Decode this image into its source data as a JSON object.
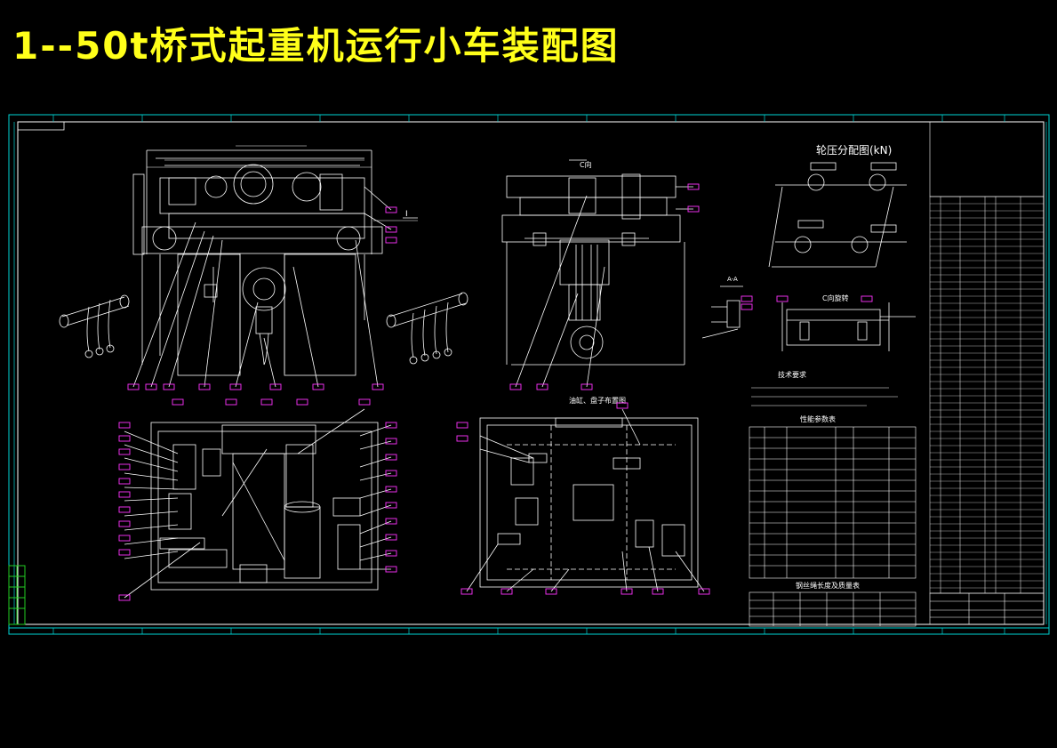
{
  "title": "1--50t桥式起重机运行小车装配图",
  "colors": {
    "background": "#000000",
    "title": "#ffff1a",
    "lines": "#ffffff",
    "callouts": "#ff33ff",
    "frame": "#00e5e5",
    "green": "#22cc22"
  },
  "views": {
    "wheel_pressure_title": "轮压分配图(kN)",
    "c_direction": "C向",
    "c_direction_rotated": "C向旋转",
    "section_aa": "A-A",
    "layout_title": "油缸、盘子布置图",
    "tech_req_title": "技术要求",
    "tech_params_title": "性能参数表",
    "rope_table_title": "钢丝绳长度及质量表",
    "rotate_label": "I"
  }
}
